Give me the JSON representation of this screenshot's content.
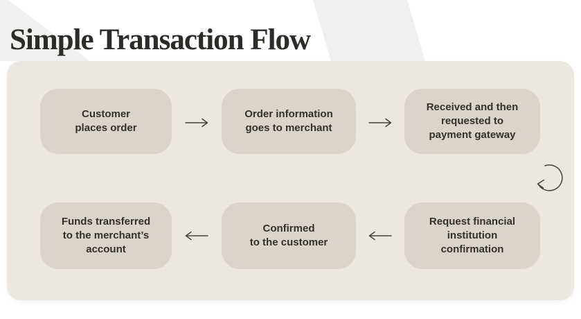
{
  "title": "Simple Transaction Flow",
  "steps": [
    {
      "label": "Customer\nplaces order"
    },
    {
      "label": "Order information\ngoes to merchant"
    },
    {
      "label": "Received and then\nrequested to\npayment gateway"
    },
    {
      "label": "Request financial\ninstitution\nconfirmation"
    },
    {
      "label": "Confirmed\nto the customer"
    },
    {
      "label": "Funds transferred\nto the merchant’s\naccount"
    }
  ],
  "icons": {
    "arrow_right": "right-arrow",
    "arrow_left": "left-arrow",
    "wrap_arrow": "curved-arrow-down-left"
  },
  "colors": {
    "page_bg": "#ffffff",
    "decor_gray": "#f1f0ef",
    "panel_bg": "#ece7e0",
    "box_bg": "#dad4cb",
    "box_text": "#33312d",
    "title_text": "#2c2b28",
    "arrow": "#45423d"
  }
}
